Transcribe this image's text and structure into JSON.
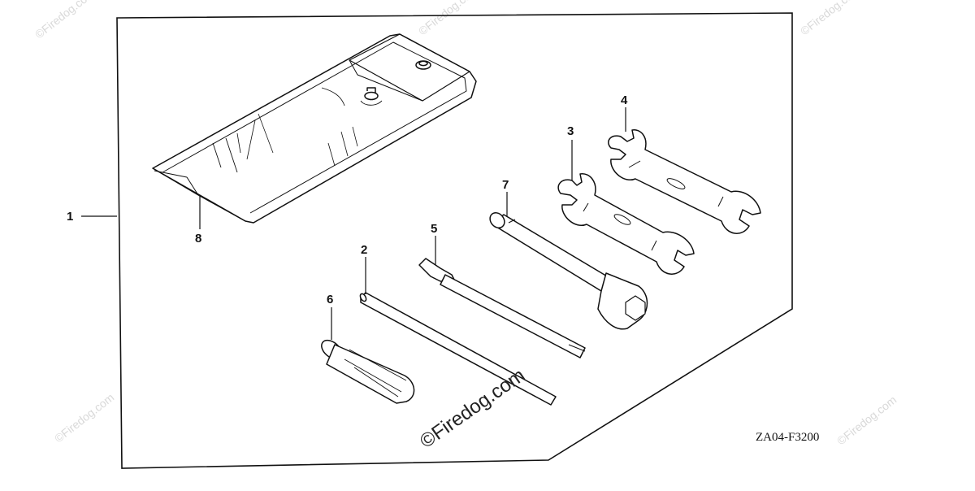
{
  "diagram": {
    "callouts": {
      "c1": "1",
      "c2": "2",
      "c3": "3",
      "c4": "4",
      "c5": "5",
      "c6": "6",
      "c7": "7",
      "c8": "8"
    },
    "figure_code": "ZA04-F3200",
    "watermark_main": "©Firedog.com",
    "watermark_faint": "©Firedog.com"
  },
  "colors": {
    "line": "#111111",
    "watermark": "#d9d9d9",
    "background": "#ffffff"
  }
}
